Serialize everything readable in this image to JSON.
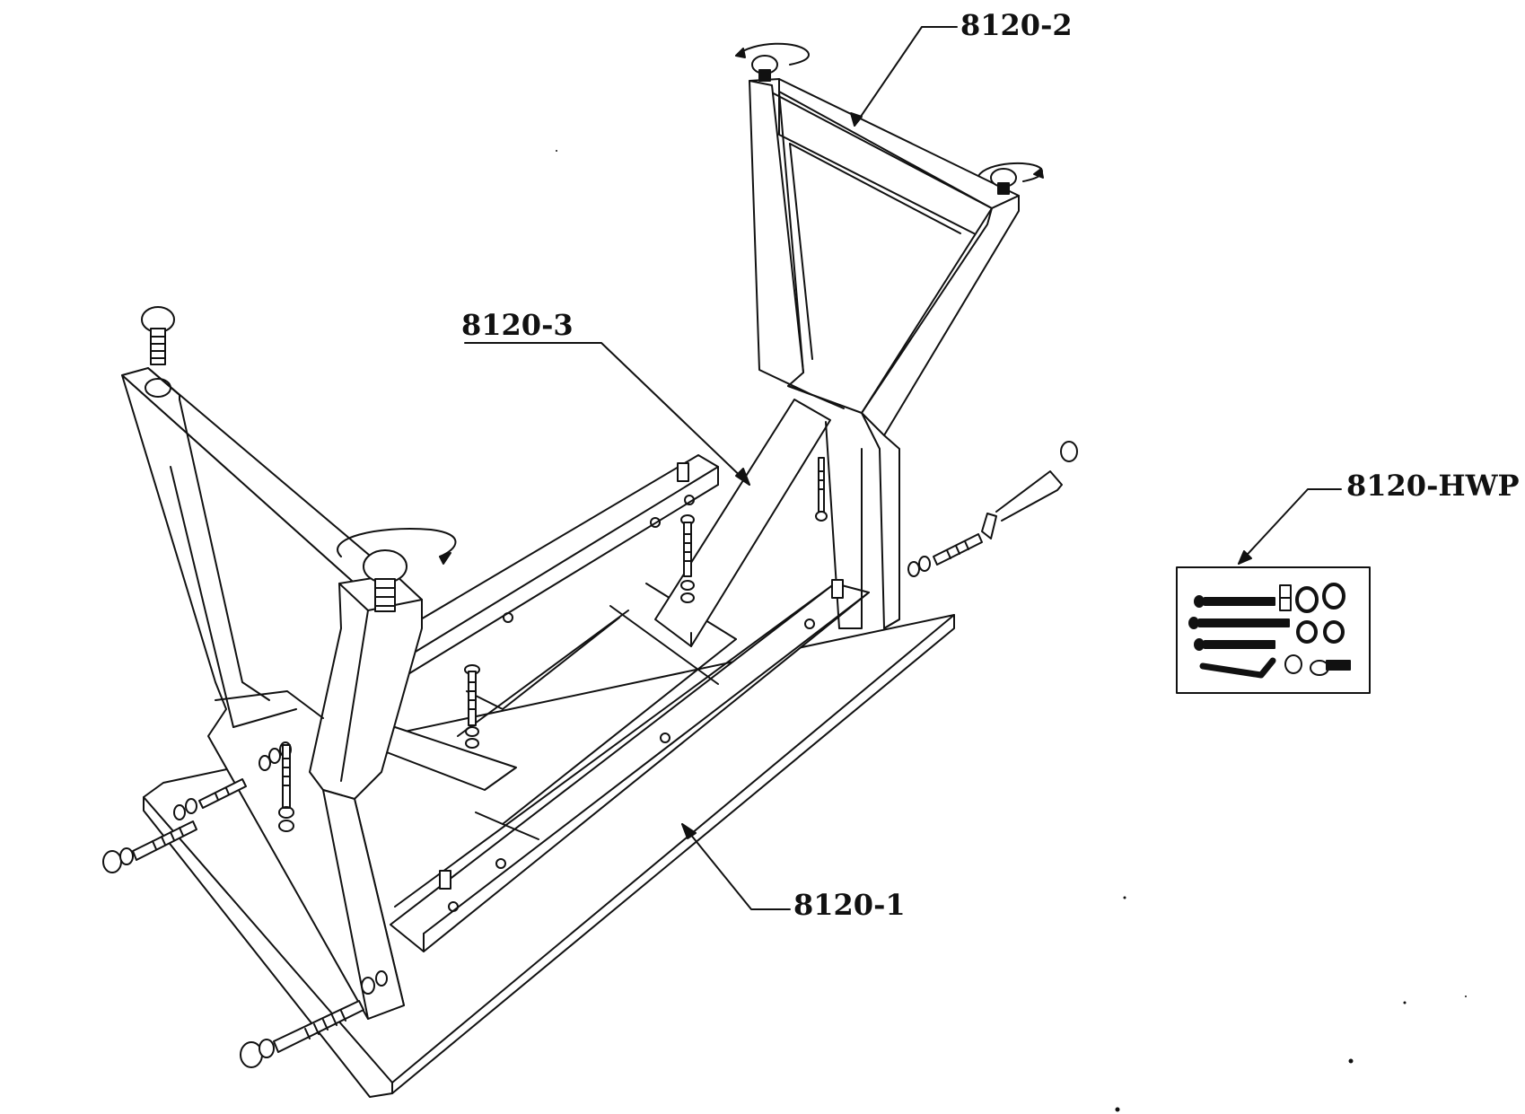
{
  "labels": {
    "top_frame": "8120-2",
    "stretcher": "8120-3",
    "table_top": "8120-1",
    "hardware_pack": "8120-HWP"
  },
  "colors": {
    "line": "#111111",
    "background": "#ffffff"
  }
}
